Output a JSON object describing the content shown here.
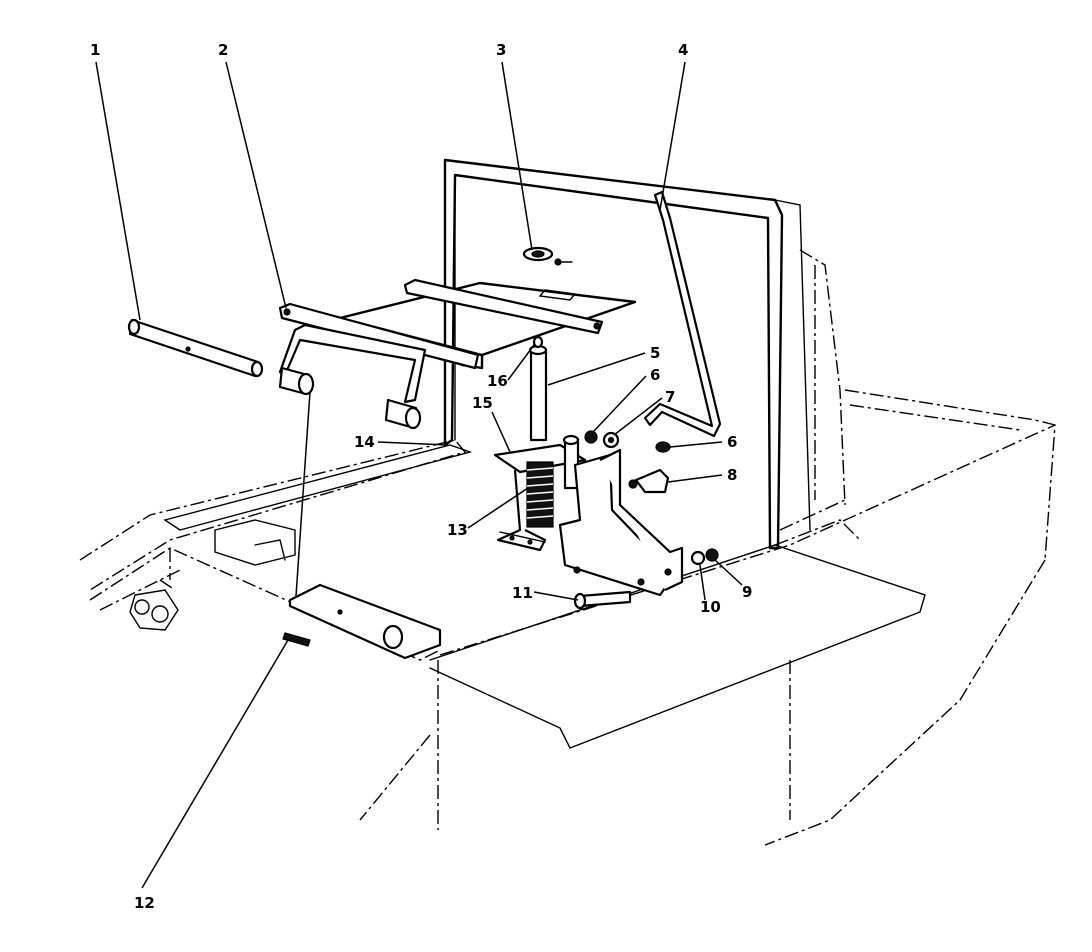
{
  "callouts": [
    {
      "id": "c1",
      "text": "1"
    },
    {
      "id": "c2",
      "text": "2"
    },
    {
      "id": "c3",
      "text": "3"
    },
    {
      "id": "c4",
      "text": "4"
    },
    {
      "id": "c5",
      "text": "5"
    },
    {
      "id": "c6a",
      "text": "6"
    },
    {
      "id": "c6b",
      "text": "6"
    },
    {
      "id": "c7",
      "text": "7"
    },
    {
      "id": "c8",
      "text": "8"
    },
    {
      "id": "c9",
      "text": "9"
    },
    {
      "id": "c10",
      "text": "10"
    },
    {
      "id": "c11",
      "text": "11"
    },
    {
      "id": "c12",
      "text": "12"
    },
    {
      "id": "c13",
      "text": "13"
    },
    {
      "id": "c14",
      "text": "14"
    },
    {
      "id": "c15",
      "text": "15"
    },
    {
      "id": "c16",
      "text": "16"
    }
  ]
}
